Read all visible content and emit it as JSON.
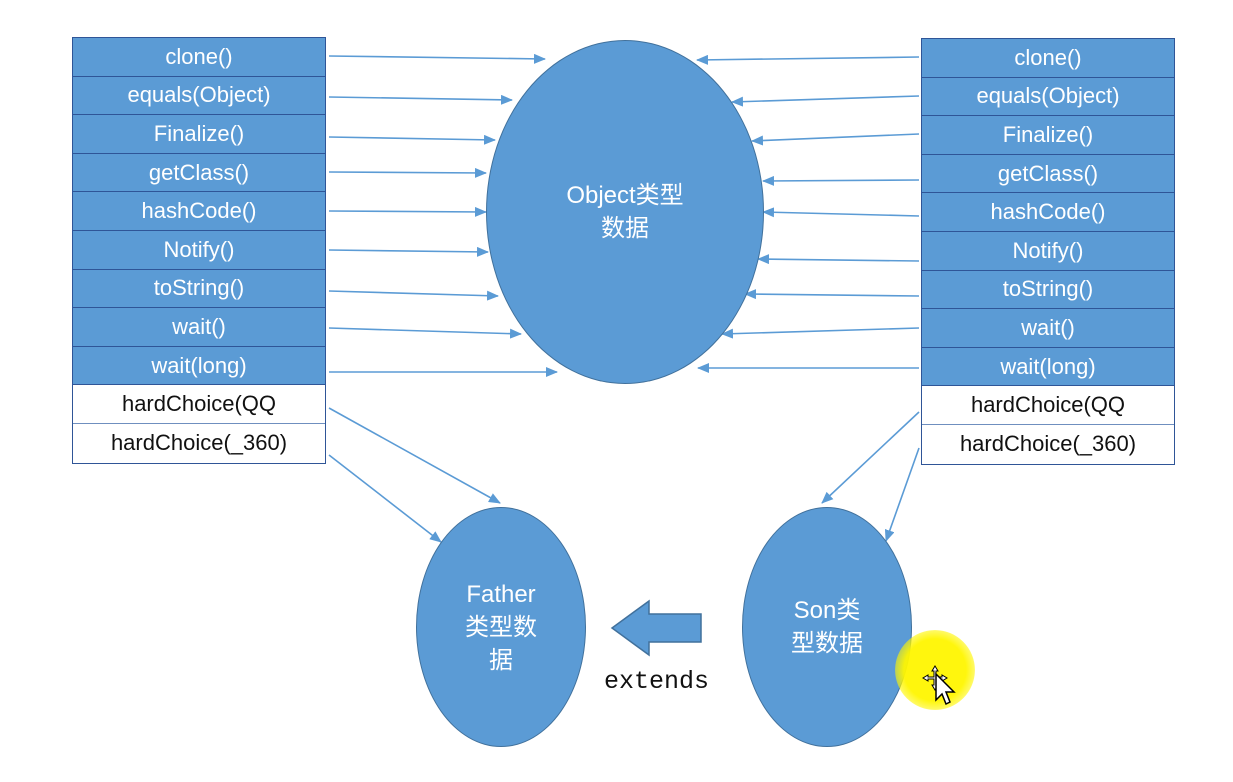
{
  "colors": {
    "fill": "#5b9bd5",
    "border": "#2f5597",
    "arrow": "#5b9bd5",
    "highlight": "#fff600"
  },
  "left_table": {
    "inherited_methods": [
      "clone()",
      "equals(Object)",
      "Finalize()",
      "getClass()",
      "hashCode()",
      "Notify()",
      "toString()",
      "wait()",
      "wait(long)"
    ],
    "own_methods": [
      "hardChoice(QQ",
      "hardChoice(_360)"
    ]
  },
  "right_table": {
    "inherited_methods": [
      "clone()",
      "equals(Object)",
      "Finalize()",
      "getClass()",
      "hashCode()",
      "Notify()",
      "toString()",
      "wait()",
      "wait(long)"
    ],
    "own_methods": [
      "hardChoice(QQ",
      "hardChoice(_360)"
    ]
  },
  "object_node": {
    "line1": "Object类型",
    "line2": "数据"
  },
  "father_node": {
    "line1": "Father",
    "line2": "类型数",
    "line3": "据"
  },
  "son_node": {
    "line1": "Son类",
    "line2": "型数据"
  },
  "extends_label": "extends",
  "icons": {
    "cursor": "move-cursor-icon",
    "highlight": "cursor-highlight"
  }
}
